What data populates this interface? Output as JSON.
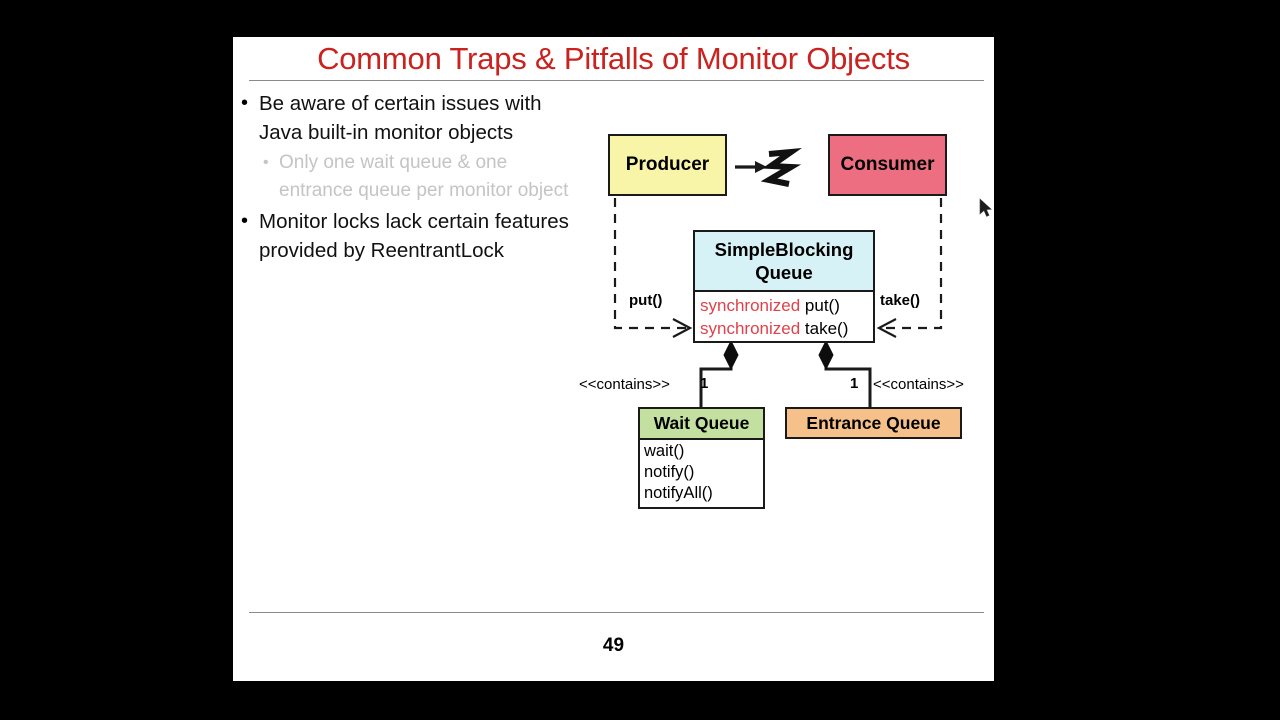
{
  "slide": {
    "title": "Common Traps & Pitfalls of Monitor Objects",
    "page_number": "49",
    "title_color": "#c9221f",
    "background": "#ffffff",
    "canvas_background": "#000000"
  },
  "bullets": [
    {
      "level": 1,
      "marker": "•",
      "text": "Be aware of certain issues with Java built-in monitor objects",
      "color": "#111111"
    },
    {
      "level": 2,
      "marker": "•",
      "text": "Only one wait queue & one entrance queue per monitor object",
      "color": "#c4c4c4"
    },
    {
      "level": 1,
      "marker": "•",
      "text": "Monitor locks lack certain features provided by ReentrantLock",
      "color": "#111111"
    }
  ],
  "diagram": {
    "producer": {
      "label": "Producer",
      "fill": "#f8f5a8"
    },
    "consumer": {
      "label": "Consumer",
      "fill": "#ec6e80"
    },
    "simple_blocking_queue": {
      "title_line1": "SimpleBlocking",
      "title_line2": "Queue",
      "header_fill": "#d7f2f7",
      "methods": [
        {
          "keyword": "synchronized",
          "name": "put()"
        },
        {
          "keyword": "synchronized",
          "name": "take()"
        }
      ],
      "keyword_color": "#e0414a"
    },
    "wait_queue": {
      "title": "Wait Queue",
      "header_fill": "#c3e0a0",
      "methods": [
        "wait()",
        "notify()",
        "notifyAll()"
      ]
    },
    "entrance_queue": {
      "title": "Entrance Queue",
      "fill": "#f5c08a"
    },
    "edges": {
      "put_label": "put()",
      "take_label": "take()",
      "contains_left_label": "<<contains>>",
      "contains_right_label": "<<contains>>",
      "multiplicity_left": "1",
      "multiplicity_right": "1"
    }
  }
}
